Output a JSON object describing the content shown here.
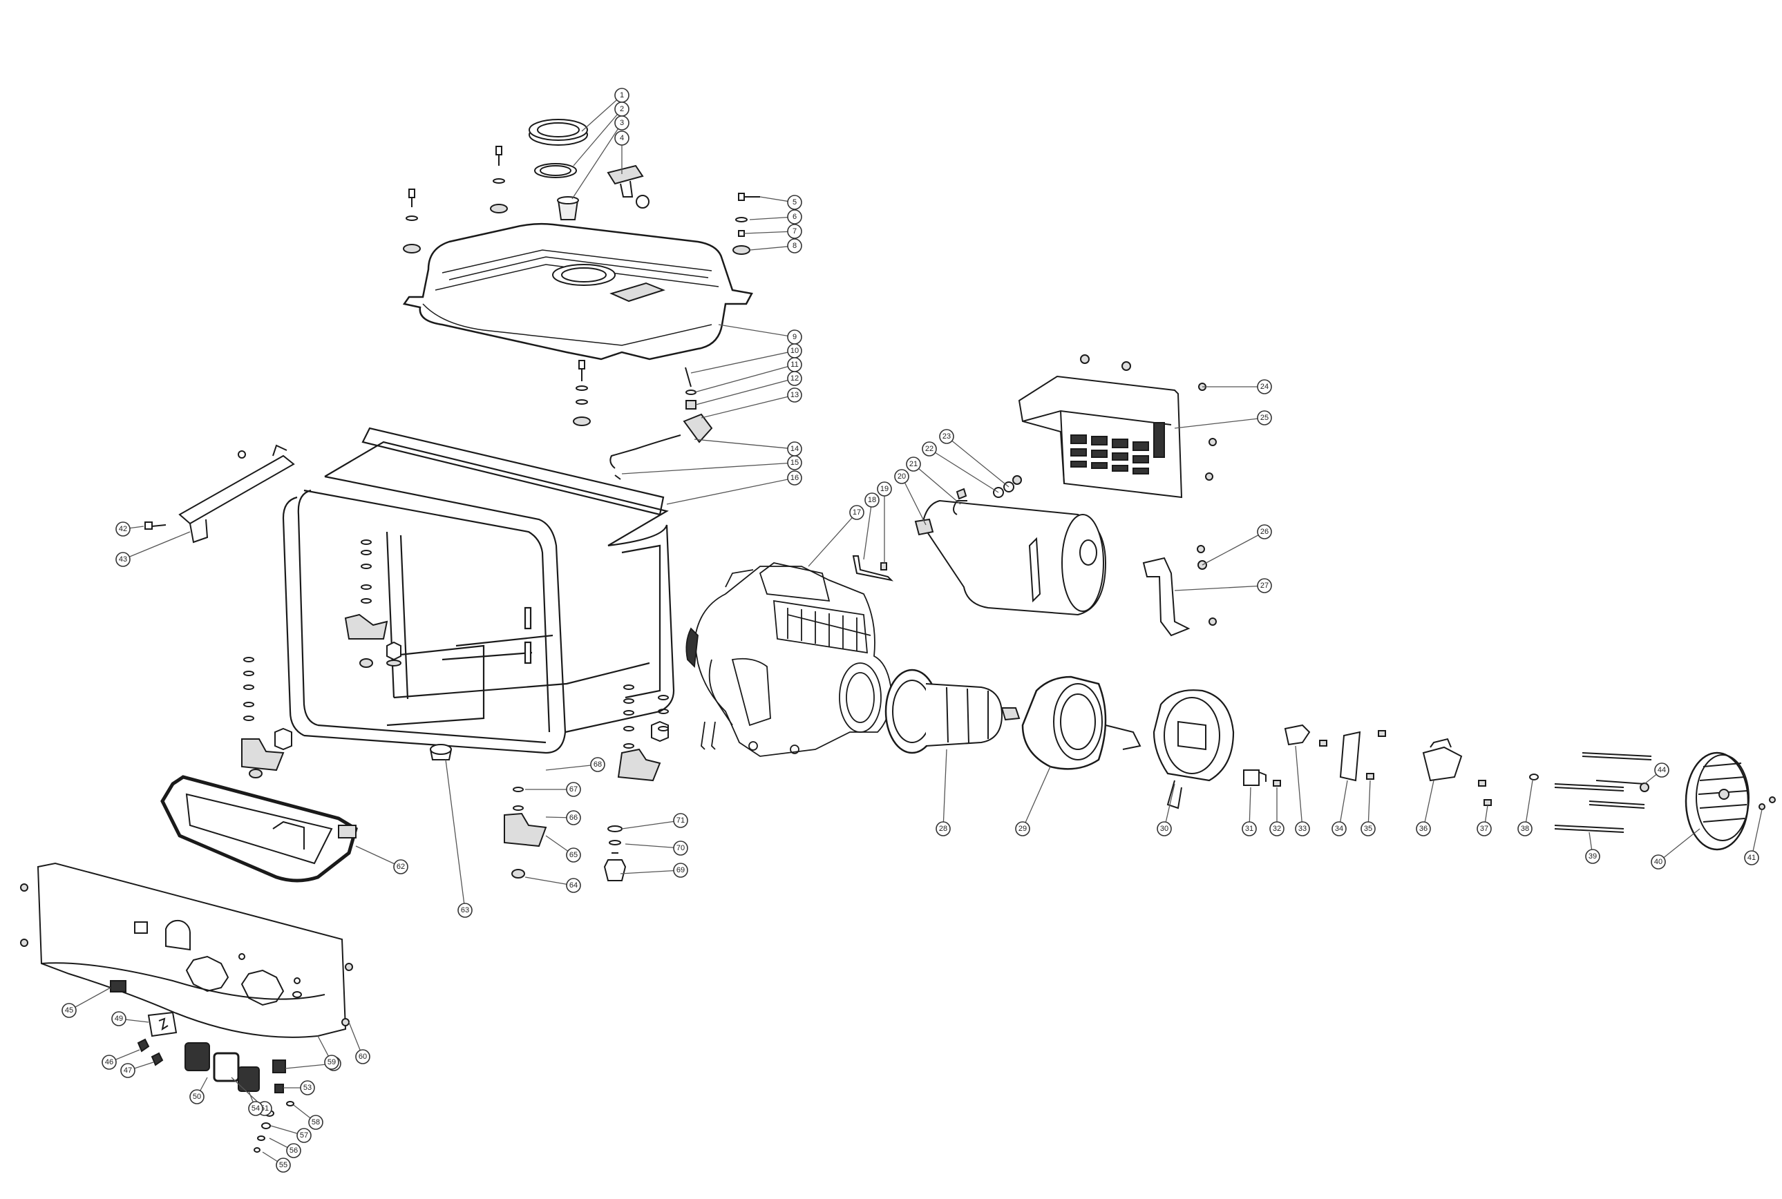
{
  "callouts": [
    {
      "n": "1"
    },
    {
      "n": "2"
    },
    {
      "n": "3"
    },
    {
      "n": "4"
    },
    {
      "n": "5"
    },
    {
      "n": "6"
    },
    {
      "n": "7"
    },
    {
      "n": "8"
    },
    {
      "n": "9"
    },
    {
      "n": "10"
    },
    {
      "n": "11"
    },
    {
      "n": "12"
    },
    {
      "n": "13"
    },
    {
      "n": "14"
    },
    {
      "n": "15"
    },
    {
      "n": "16"
    },
    {
      "n": "17"
    },
    {
      "n": "18"
    },
    {
      "n": "19"
    },
    {
      "n": "20"
    },
    {
      "n": "21"
    },
    {
      "n": "22"
    },
    {
      "n": "23"
    },
    {
      "n": "24"
    },
    {
      "n": "25"
    },
    {
      "n": "26"
    },
    {
      "n": "27"
    },
    {
      "n": "28"
    },
    {
      "n": "29"
    },
    {
      "n": "30"
    },
    {
      "n": "31"
    },
    {
      "n": "32"
    },
    {
      "n": "33"
    },
    {
      "n": "34"
    },
    {
      "n": "35"
    },
    {
      "n": "36"
    },
    {
      "n": "37"
    },
    {
      "n": "38"
    },
    {
      "n": "39"
    },
    {
      "n": "40"
    },
    {
      "n": "41"
    },
    {
      "n": "42"
    },
    {
      "n": "43"
    },
    {
      "n": "44"
    },
    {
      "n": "45"
    },
    {
      "n": "46"
    },
    {
      "n": "47"
    },
    {
      "n": "49"
    },
    {
      "n": "50"
    },
    {
      "n": "51"
    },
    {
      "n": "52"
    },
    {
      "n": "53"
    },
    {
      "n": "54"
    },
    {
      "n": "55"
    },
    {
      "n": "56"
    },
    {
      "n": "57"
    },
    {
      "n": "58"
    },
    {
      "n": "59"
    },
    {
      "n": "60"
    },
    {
      "n": "62"
    },
    {
      "n": "63"
    },
    {
      "n": "64"
    },
    {
      "n": "65"
    },
    {
      "n": "66"
    },
    {
      "n": "67"
    },
    {
      "n": "68"
    },
    {
      "n": "69"
    },
    {
      "n": "70"
    },
    {
      "n": "71"
    }
  ]
}
